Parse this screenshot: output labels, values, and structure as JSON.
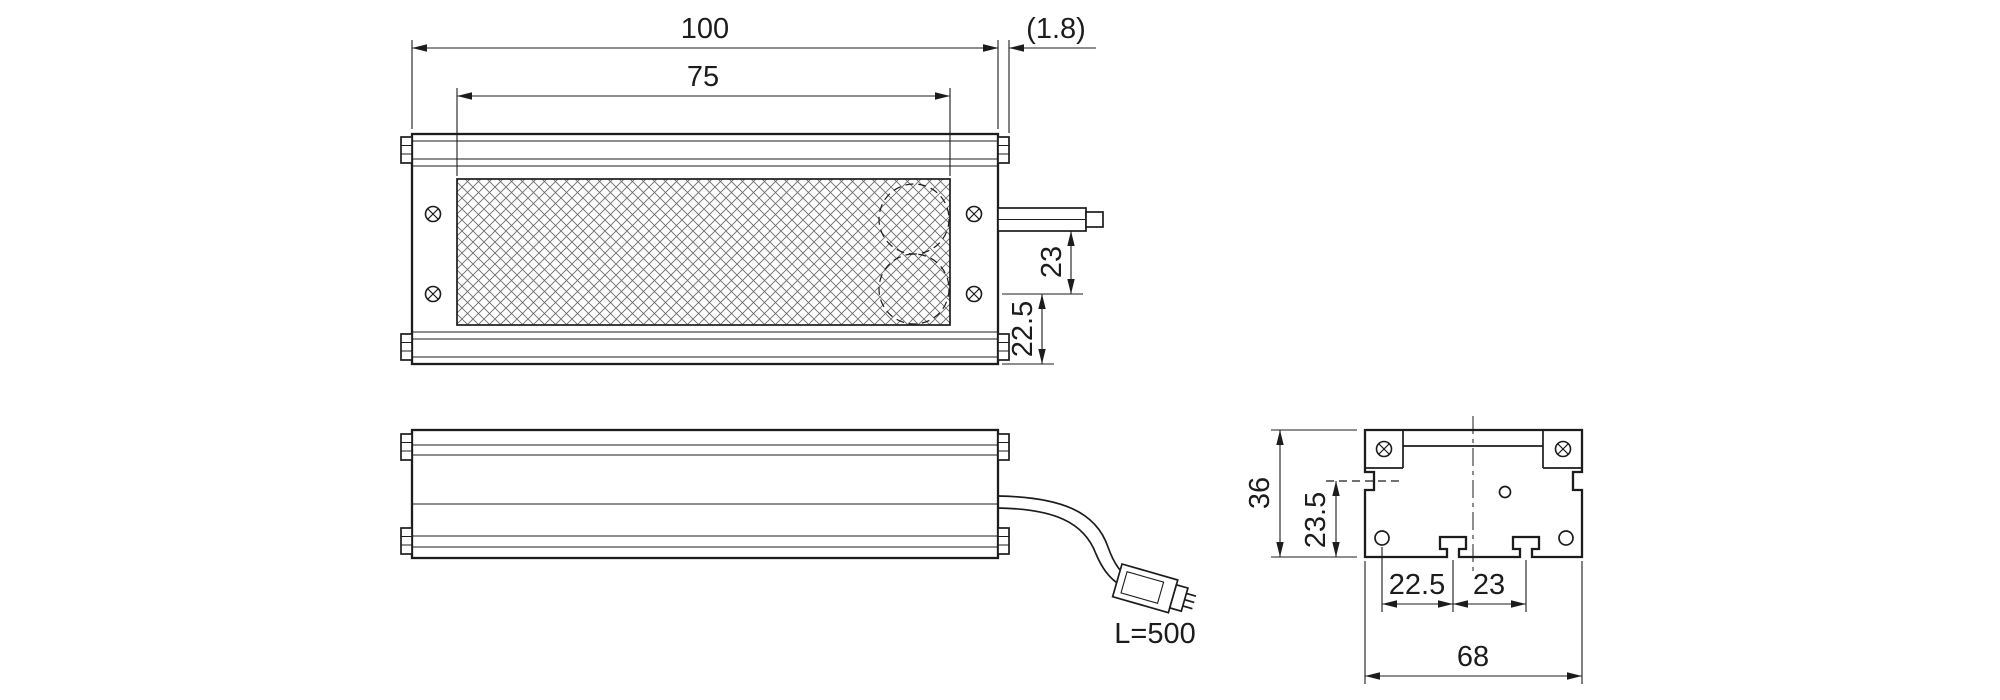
{
  "drawing": {
    "type": "technical-dimension-drawing",
    "line_color": "#1c1c1c",
    "background": "#ffffff"
  },
  "front_view": {
    "dim_overall_length": "100",
    "dim_reference": "(1.8)",
    "dim_emitting_window": "75",
    "dim_connector_to_hole": "23",
    "dim_hole_to_edge": "22.5"
  },
  "side_view": {
    "cable_length_label": "L=500"
  },
  "section_view": {
    "dim_height": "36",
    "dim_groove_height": "23.5",
    "dim_bottom_pitch_left": "22.5",
    "dim_bottom_pitch_right": "23",
    "dim_width": "68"
  }
}
